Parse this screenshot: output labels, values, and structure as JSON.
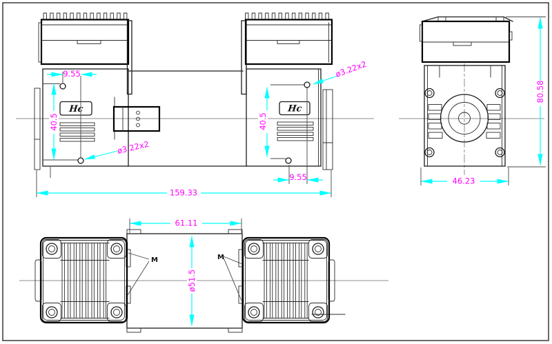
{
  "drawing": {
    "subject": "twin-head diaphragm pump - orthographic engineering drawing (front, side, bottom views)",
    "colors": {
      "background": "#ffffff",
      "object_line": "#1a1a1a",
      "center_line": "#8c8c8c",
      "dimension_line": "#00ffff",
      "dimension_text": "#ff00ff",
      "label_text": "#111111"
    },
    "front_view": {
      "dim_hole_offset_left": "9.55",
      "dim_hole_span_left": "40.5",
      "dim_hole_dia_left": "ø3.22x2",
      "dim_overall_length": "159.33",
      "dim_hole_dia_right": "ø3.22x2",
      "dim_hole_span_right": "40.5",
      "dim_hole_offset_right": "9.55",
      "logo_left": "Hc",
      "logo_right": "Hc"
    },
    "side_view": {
      "dim_overall_height": "80.58",
      "dim_overall_width": "46.23"
    },
    "bottom_view": {
      "dim_head_spacing": "61.11",
      "dim_head_diameter": "ø51.5",
      "port_marker_left": "M",
      "port_marker_right": "M"
    }
  }
}
